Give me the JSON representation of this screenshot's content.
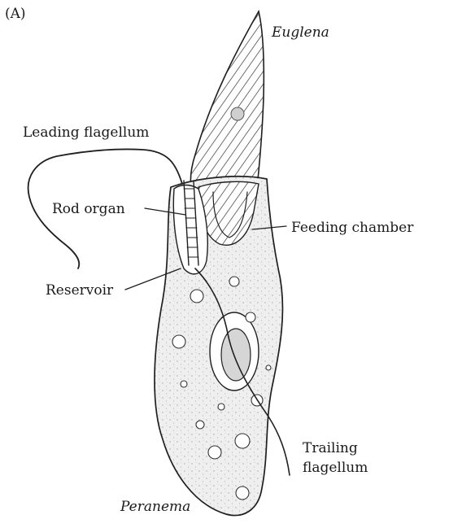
{
  "panel_label": "(A)",
  "organisms": {
    "prey": "Euglena",
    "predator": "Peranema"
  },
  "labels": {
    "leading_flagellum": "Leading flagellum",
    "rod_organ": "Rod organ",
    "feeding_chamber": "Feeding chamber",
    "reservoir": "Reservoir",
    "trailing_flagellum_line1": "Trailing",
    "trailing_flagellum_line2": "flagellum"
  }
}
